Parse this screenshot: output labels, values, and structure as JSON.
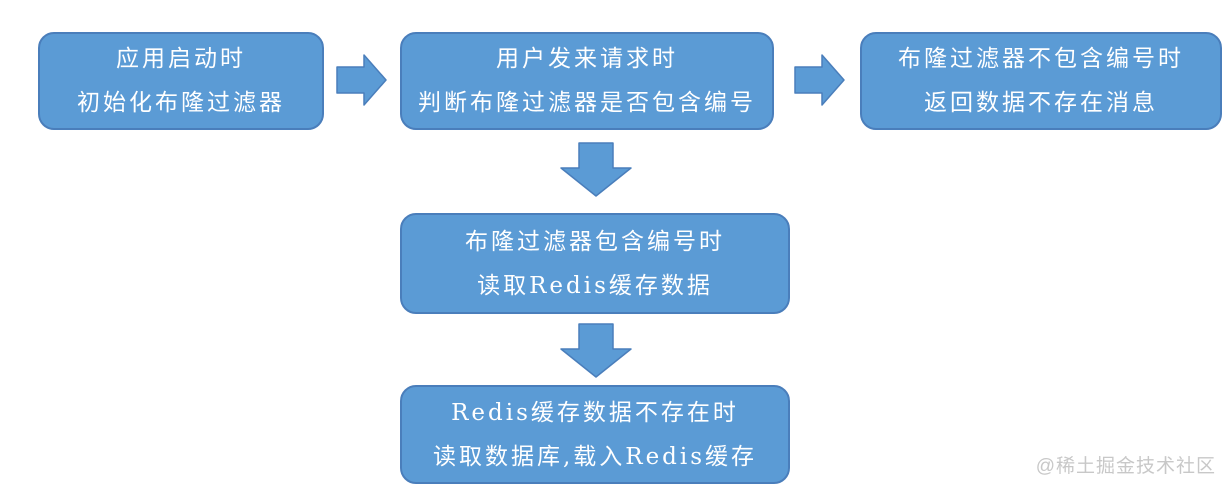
{
  "colors": {
    "box_fill": "#5b9bd5",
    "box_border": "#4a7ebb",
    "box_text": "#ffffff",
    "watermark": "#c8c8c8",
    "background": "#ffffff"
  },
  "flowchart": {
    "boxes": [
      {
        "id": "app-init",
        "line1": "应用启动时",
        "line2": "初始化布隆过滤器"
      },
      {
        "id": "user-request",
        "line1": "用户发来请求时",
        "line2": "判断布隆过滤器是否包含编号"
      },
      {
        "id": "filter-not-contains",
        "line1": "布隆过滤器不包含编号时",
        "line2": "返回数据不存在消息"
      },
      {
        "id": "filter-contains",
        "line1": "布隆过滤器包含编号时",
        "line2": "读取Redis缓存数据"
      },
      {
        "id": "redis-cache-miss",
        "line1": "Redis缓存数据不存在时",
        "line2": "读取数据库,载入Redis缓存"
      }
    ],
    "arrows": [
      {
        "direction": "right",
        "from": "app-init",
        "to": "user-request"
      },
      {
        "direction": "right",
        "from": "user-request",
        "to": "filter-not-contains"
      },
      {
        "direction": "down",
        "from": "user-request",
        "to": "filter-contains"
      },
      {
        "direction": "down",
        "from": "filter-contains",
        "to": "redis-cache-miss"
      }
    ]
  },
  "watermark": {
    "text": "@稀土掘金技术社区"
  }
}
